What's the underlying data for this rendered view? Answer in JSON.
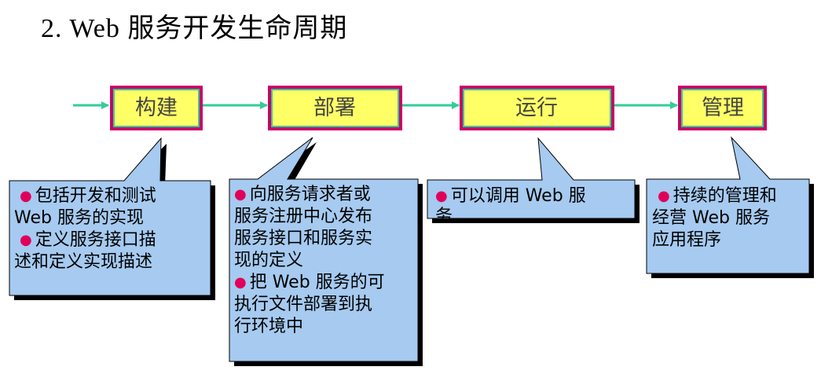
{
  "title": "2. Web 服务开发生命周期",
  "colors": {
    "stage_fill": "#ffff66",
    "stage_border": "#cc0066",
    "stage_inner_border": "#33cc99",
    "arrow": "#33cc99",
    "callout_fill": "#a6caf0",
    "callout_shadow": "#000000",
    "bullet": "#e0005a"
  },
  "stages": [
    {
      "label": "构建"
    },
    {
      "label": "部署"
    },
    {
      "label": "运行"
    },
    {
      "label": "管理"
    }
  ],
  "callouts": [
    {
      "lines": [
        "包括开发和测试",
        "Web 服务的实现",
        "定义服务接口描",
        "述和定义实现描述"
      ]
    },
    {
      "lines": [
        "向服务请求者或",
        "服务注册中心发布",
        "服务接口和服务实",
        "现的定义",
        "把 Web 服务的可",
        "执行文件部署到执",
        "行环境中"
      ]
    },
    {
      "lines": [
        "可以调用 Web 服",
        "务"
      ]
    },
    {
      "lines": [
        "持续的管理和",
        "经营 Web 服务",
        "应用程序"
      ]
    }
  ]
}
